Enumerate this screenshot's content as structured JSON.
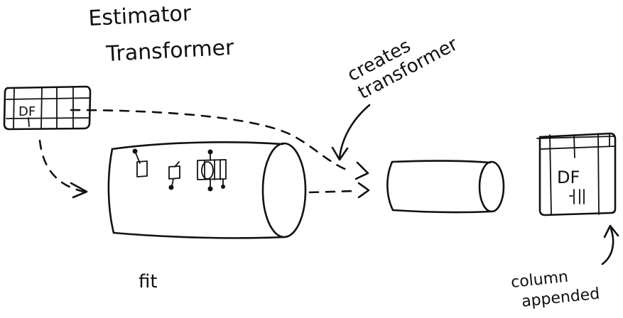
{
  "labels": {
    "estimator": "Estimator",
    "transformer": "Transformer",
    "creates_line1": "creates",
    "creates_line2": "transformer",
    "fit": "fit",
    "column_line1": "column",
    "column_line2": "appended"
  },
  "input_df": {
    "label": "DF"
  },
  "output_df": {
    "label": "DF"
  },
  "colors": {
    "ink": "#111111",
    "background": "#ffffff"
  }
}
